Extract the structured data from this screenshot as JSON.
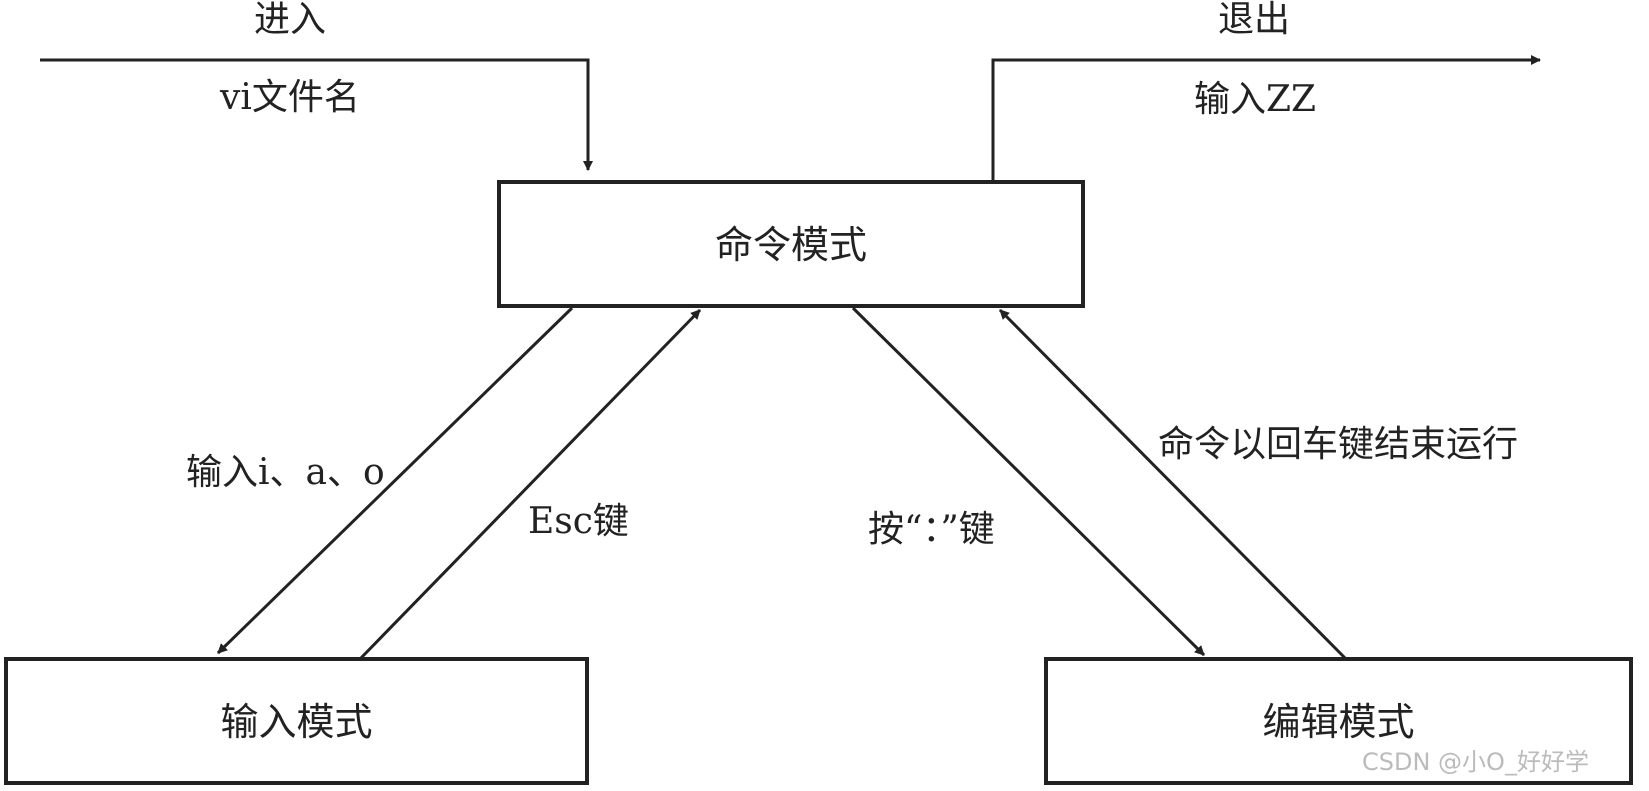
{
  "nodes": {
    "command_mode": "命令模式",
    "input_mode": "输入模式",
    "edit_mode": "编辑模式"
  },
  "labels": {
    "enter": "进入",
    "vi_filename": "vi文件名",
    "exit": "退出",
    "input_zz": "输入ZZ",
    "input_iao": "输入i、a、o",
    "esc_key": "Esc键",
    "colon_key": "按“：”键",
    "enter_run": "命令以回车键结束运行"
  },
  "watermark": "CSDN @小O_好好学"
}
